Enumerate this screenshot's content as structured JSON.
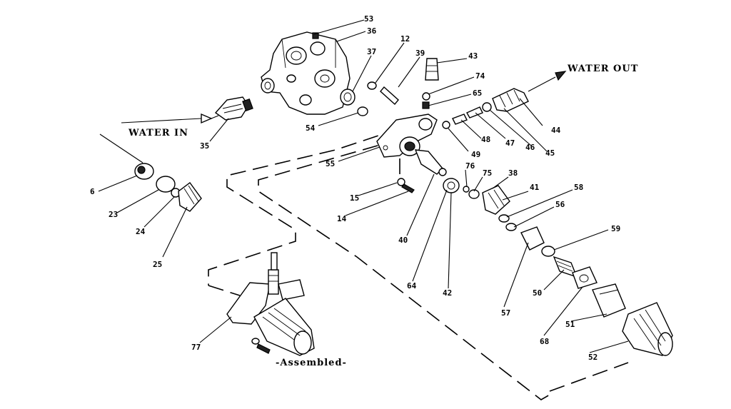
{
  "annotations": {
    "water_in": "WATER IN",
    "water_out": "WATER OUT",
    "assembled": "-Assembled-"
  },
  "part_labels": {
    "p53": "53",
    "p36": "36",
    "p12": "12",
    "p37": "37",
    "p39": "39",
    "p43": "43",
    "p74": "74",
    "p65": "65",
    "p54": "54",
    "p55": "55",
    "p35": "35",
    "p49": "49",
    "p48": "48",
    "p47": "47",
    "p46": "46",
    "p45": "45",
    "p44": "44",
    "p6": "6",
    "p23": "23",
    "p24": "24",
    "p25": "25",
    "p15": "15",
    "p14": "14",
    "p40": "40",
    "p76": "76",
    "p75": "75",
    "p38": "38",
    "p41": "41",
    "p58": "58",
    "p56": "56",
    "p59": "59",
    "p64": "64",
    "p42": "42",
    "p57": "57",
    "p50": "50",
    "p68": "68",
    "p51": "51",
    "p52": "52",
    "p77": "77"
  }
}
